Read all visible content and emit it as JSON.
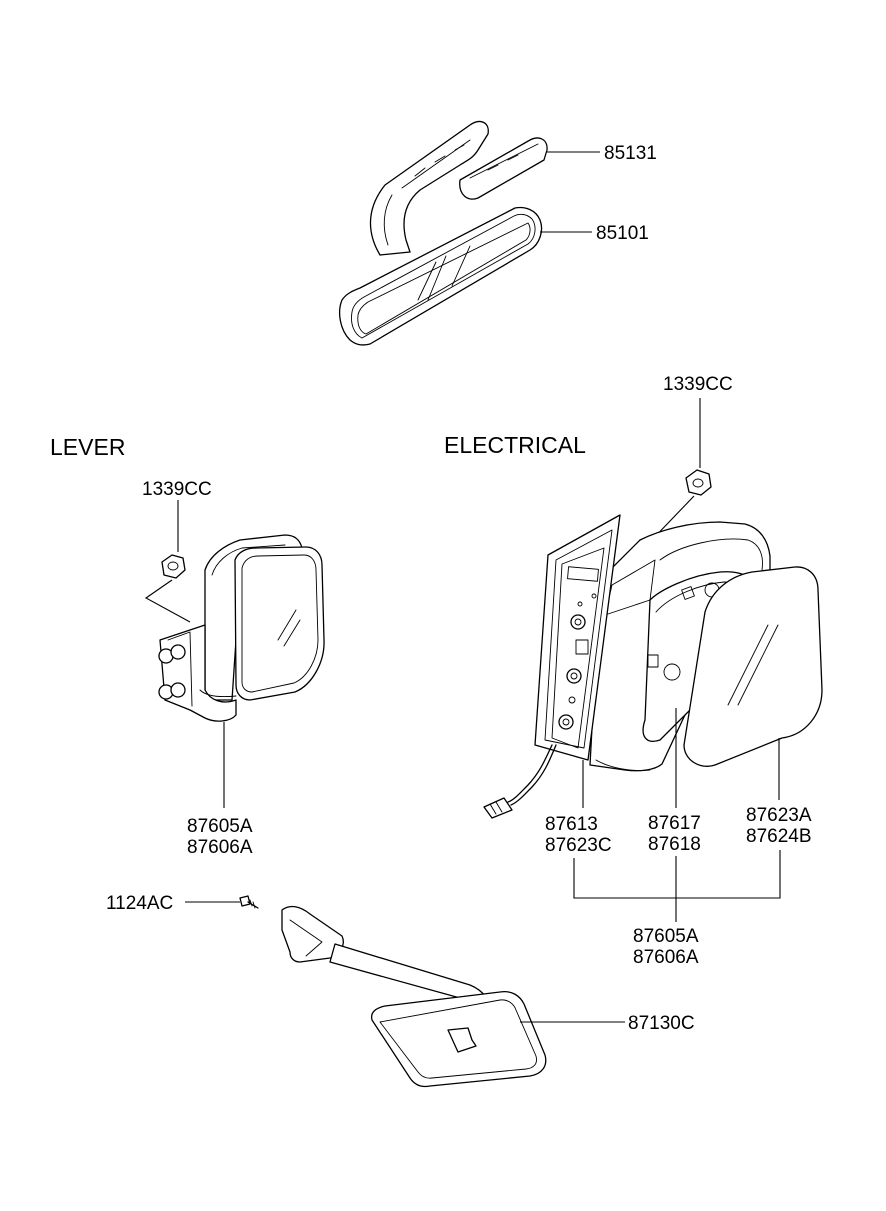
{
  "sections": {
    "lever": "LEVER",
    "electrical": "ELECTRICAL"
  },
  "labels": {
    "p85131": "85131",
    "p85101": "85101",
    "nut_electrical": "1339CC",
    "nut_lever": "1339CC",
    "lever_assy_1": "87605A",
    "lever_assy_2": "87606A",
    "plate_1": "87613",
    "plate_2": "87623C",
    "housing_1": "87617",
    "housing_2": "87618",
    "glass_1": "87623A",
    "glass_2": "87624B",
    "elec_assy_1": "87605A",
    "elec_assy_2": "87606A",
    "screw": "1124AC",
    "under_mirror": "87130C"
  }
}
